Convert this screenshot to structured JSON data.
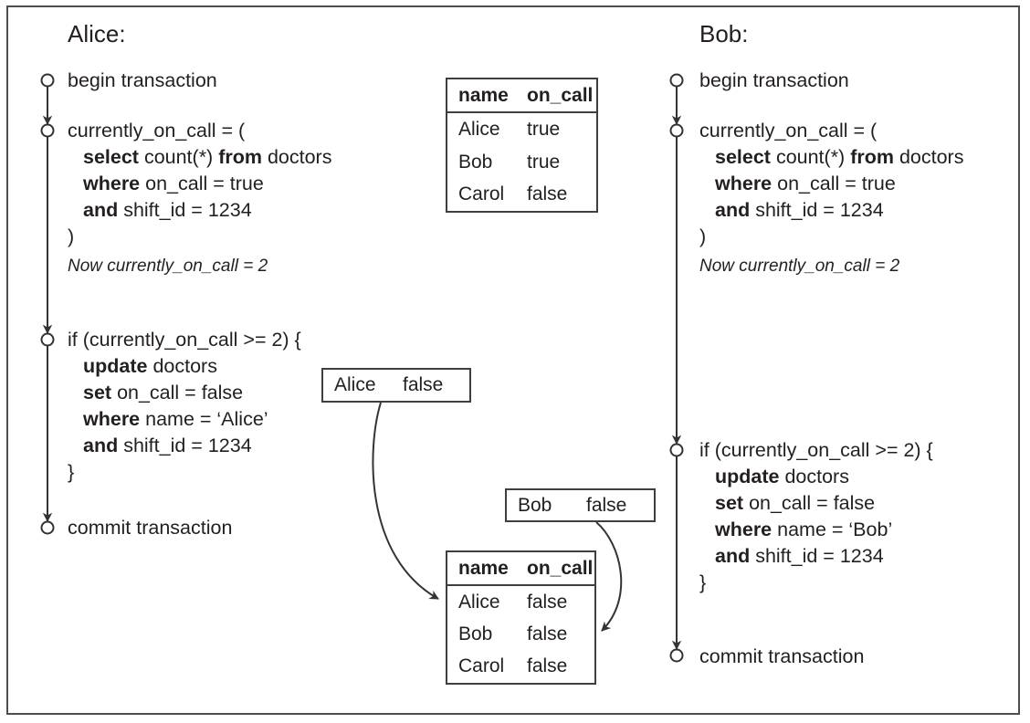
{
  "colors": {
    "text": "#231f20",
    "stroke": "#333333",
    "frame_border": "#4d4d4d"
  },
  "alice": {
    "title": "Alice:",
    "lines": [
      [
        {
          "t": "begin transaction"
        }
      ],
      [
        {
          "t": "currently_on_call = ("
        }
      ],
      [
        {
          "t": "select ",
          "b": true
        },
        {
          "t": "count(*) "
        },
        {
          "t": "from ",
          "b": true
        },
        {
          "t": "doctors"
        }
      ],
      [
        {
          "t": "where ",
          "b": true
        },
        {
          "t": "on_call = true"
        }
      ],
      [
        {
          "t": "and ",
          "b": true
        },
        {
          "t": "shift_id = 1234"
        }
      ],
      [
        {
          "t": ")"
        }
      ],
      [
        {
          "t": "Now currently_on_call = 2",
          "i": true
        }
      ],
      [
        {
          "t": "if (currently_on_call >= 2) {"
        }
      ],
      [
        {
          "t": "update ",
          "b": true
        },
        {
          "t": "doctors"
        }
      ],
      [
        {
          "t": "set ",
          "b": true
        },
        {
          "t": "on_call = false"
        }
      ],
      [
        {
          "t": "where ",
          "b": true
        },
        {
          "t": "name = ‘Alice’"
        }
      ],
      [
        {
          "t": "and ",
          "b": true
        },
        {
          "t": "shift_id = 1234"
        }
      ],
      [
        {
          "t": "}"
        }
      ],
      [
        {
          "t": "commit transaction"
        }
      ]
    ]
  },
  "bob": {
    "title": "Bob:",
    "lines": [
      [
        {
          "t": "begin transaction"
        }
      ],
      [
        {
          "t": "currently_on_call = ("
        }
      ],
      [
        {
          "t": "select ",
          "b": true
        },
        {
          "t": "count(*) "
        },
        {
          "t": "from ",
          "b": true
        },
        {
          "t": "doctors"
        }
      ],
      [
        {
          "t": "where ",
          "b": true
        },
        {
          "t": "on_call = true"
        }
      ],
      [
        {
          "t": "and ",
          "b": true
        },
        {
          "t": "shift_id = 1234"
        }
      ],
      [
        {
          "t": ")"
        }
      ],
      [
        {
          "t": "Now currently_on_call = 2",
          "i": true
        }
      ],
      [
        {
          "t": "if (currently_on_call >= 2) {"
        }
      ],
      [
        {
          "t": "update ",
          "b": true
        },
        {
          "t": "doctors"
        }
      ],
      [
        {
          "t": "set ",
          "b": true
        },
        {
          "t": "on_call = false"
        }
      ],
      [
        {
          "t": "where ",
          "b": true
        },
        {
          "t": "name = ‘Bob’"
        }
      ],
      [
        {
          "t": "and ",
          "b": true
        },
        {
          "t": "shift_id = 1234"
        }
      ],
      [
        {
          "t": "}"
        }
      ],
      [
        {
          "t": "commit transaction"
        }
      ]
    ]
  },
  "initial_table": {
    "columns": [
      "name",
      "on_call"
    ],
    "rows": [
      [
        "Alice",
        "true"
      ],
      [
        "Bob",
        "true"
      ],
      [
        "Carol",
        "false"
      ]
    ]
  },
  "final_table": {
    "columns": [
      "name",
      "on_call"
    ],
    "rows": [
      [
        "Alice",
        "false"
      ],
      [
        "Bob",
        "false"
      ],
      [
        "Carol",
        "false"
      ]
    ]
  },
  "alice_update_box": {
    "name": "Alice",
    "value": "false"
  },
  "bob_update_box": {
    "name": "Bob",
    "value": "false"
  }
}
